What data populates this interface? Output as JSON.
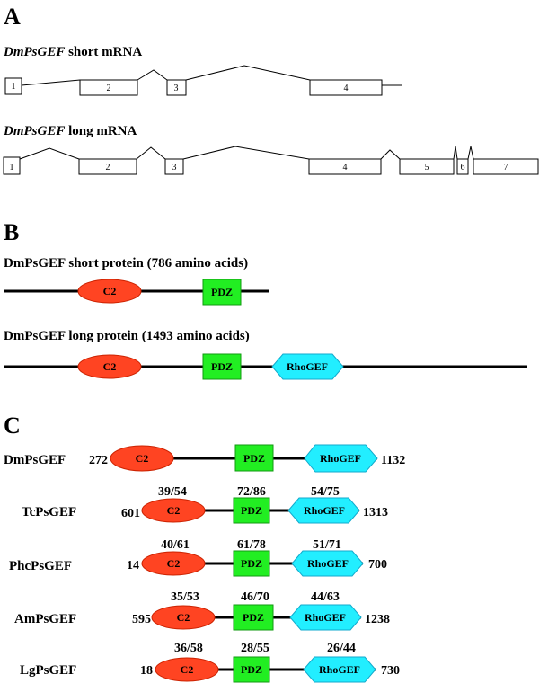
{
  "panels": {
    "a": "A",
    "b": "B",
    "c": "C"
  },
  "mrna": {
    "gene": "DmPsGEF",
    "short_suffix": "short mRNA",
    "long_suffix": "long mRNA",
    "short_exons": [
      "1",
      "2",
      "3",
      "4"
    ],
    "long_exons": [
      "1",
      "2",
      "3",
      "4",
      "5",
      "6",
      "7"
    ]
  },
  "proteins": {
    "short_title": "DmPsGEF short protein (786 amino acids)",
    "long_title": "DmPsGEF long protein (1493 amino acids)"
  },
  "domains": {
    "c2": "C2",
    "pdz": "PDZ",
    "rhogef": "RhoGEF"
  },
  "orthologs": [
    {
      "name": "DmPsGEF",
      "start": "272",
      "end": "1132",
      "c2_id": "",
      "pdz_id": "",
      "rho_id": ""
    },
    {
      "name": "TcPsGEF",
      "start": "601",
      "end": "1313",
      "c2_id": "39/54",
      "pdz_id": "72/86",
      "rho_id": "54/75"
    },
    {
      "name": "PhcPsGEF",
      "start": "14",
      "end": "700",
      "c2_id": "40/61",
      "pdz_id": "61/78",
      "rho_id": "51/71"
    },
    {
      "name": "AmPsGEF",
      "start": "595",
      "end": "1238",
      "c2_id": "35/53",
      "pdz_id": "46/70",
      "rho_id": "44/63"
    },
    {
      "name": "LgPsGEF",
      "start": "18",
      "end": "730",
      "c2_id": "36/58",
      "pdz_id": "28/55",
      "rho_id": "26/44"
    }
  ],
  "colors": {
    "c2": "#ff4422",
    "pdz": "#22ee22",
    "rhogef": "#22eeff"
  }
}
